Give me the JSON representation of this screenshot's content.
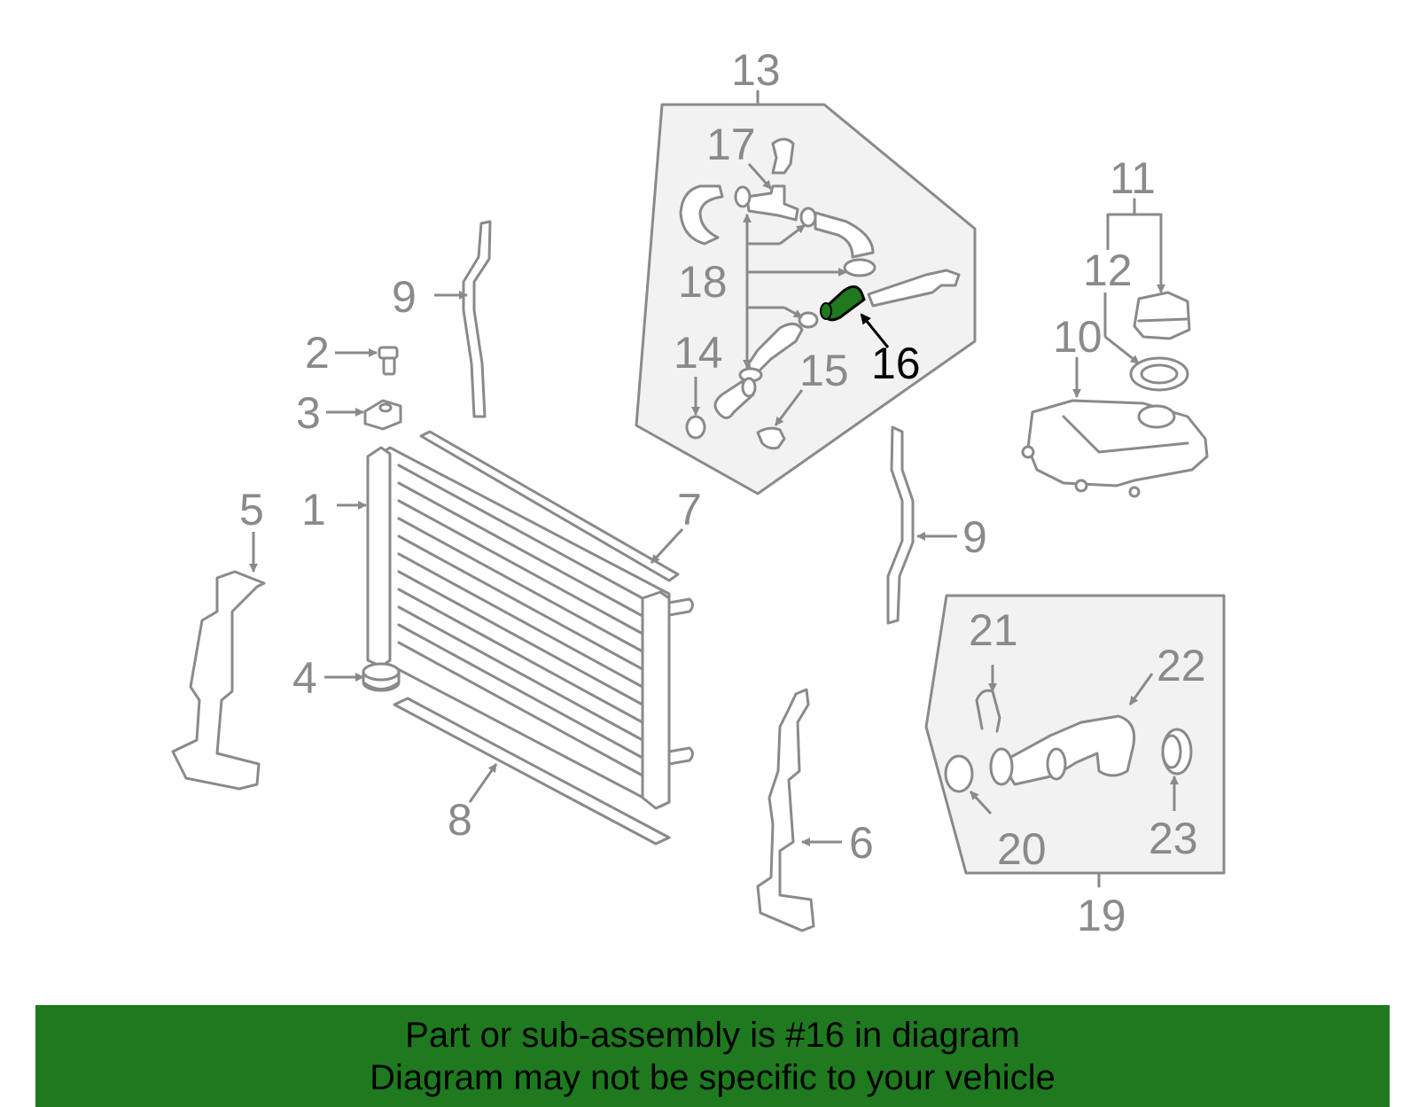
{
  "highlight_color": "#1f7a1f",
  "part_color": "#8a8a8a",
  "callouts": {
    "c1": "1",
    "c2": "2",
    "c3": "3",
    "c4": "4",
    "c5": "5",
    "c6": "6",
    "c7": "7",
    "c8": "8",
    "c9a": "9",
    "c9b": "9",
    "c10": "10",
    "c11": "11",
    "c12": "12",
    "c13": "13",
    "c14": "14",
    "c15": "15",
    "c16": "16",
    "c17": "17",
    "c18": "18",
    "c19": "19",
    "c20": "20",
    "c21": "21",
    "c22": "22",
    "c23": "23"
  },
  "banner": {
    "line1": "Part or sub-assembly is #16 in diagram",
    "line2": "Diagram may not be specific to your vehicle"
  }
}
